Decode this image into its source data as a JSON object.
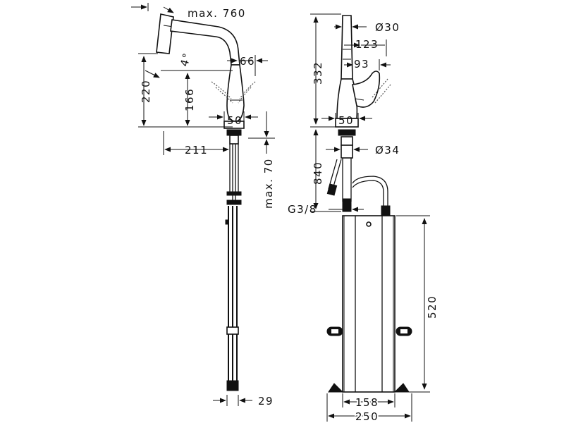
{
  "dimensions": {
    "max_reach": "max. 760",
    "angle": "4°",
    "spout_offset": "66",
    "height_220": "220",
    "height_166": "166",
    "base_left": "50",
    "reach_211": "211",
    "max_70": "max. 70",
    "hose_29": "29",
    "diam_30": "Ø30",
    "depth_123": "123",
    "depth_93": "93",
    "height_332": "332",
    "base_right": "50",
    "diam_34": "Ø34",
    "length_840": "840",
    "thread": "G3/8",
    "height_520": "520",
    "width_158": "158",
    "width_250": "250"
  }
}
